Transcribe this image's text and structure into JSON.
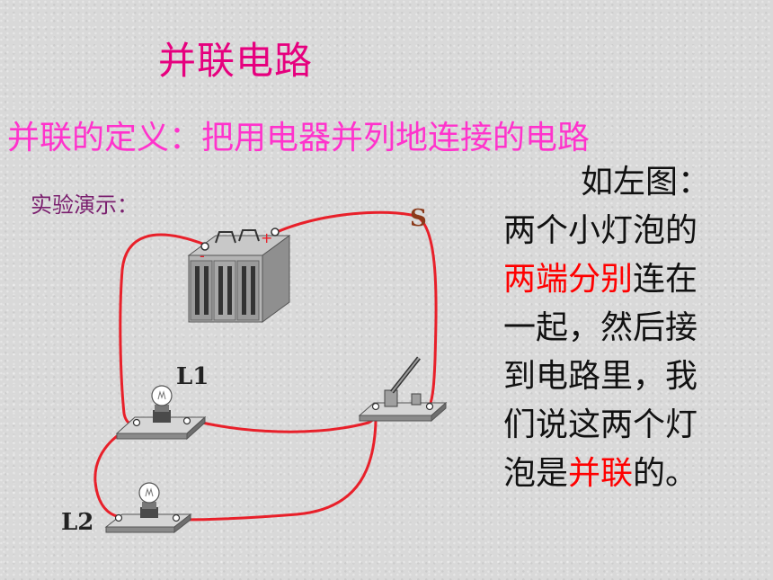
{
  "title": "并联电路",
  "definition": "并联的定义：把用电器并列地连接的电路",
  "demo_label": "实验演示：",
  "description": {
    "line1": "如左图：",
    "line2": "两个小灯泡的",
    "line3_red": "两端分别",
    "line3_rest": "连在",
    "line4": "一起，然后接",
    "line5": "到电路里，我",
    "line6": "们说这两个灯",
    "line7_pre": "泡是",
    "line7_red": "并联",
    "line7_post": "的。"
  },
  "labels": {
    "switch": "S",
    "lamp1": "L1",
    "lamp2": "L2"
  },
  "battery_terminals": {
    "negative": "-",
    "positive": "+"
  },
  "colors": {
    "title": "#e6007e",
    "definition": "#ff33cc",
    "wire": "#e8202a",
    "highlight": "#ff0000"
  }
}
